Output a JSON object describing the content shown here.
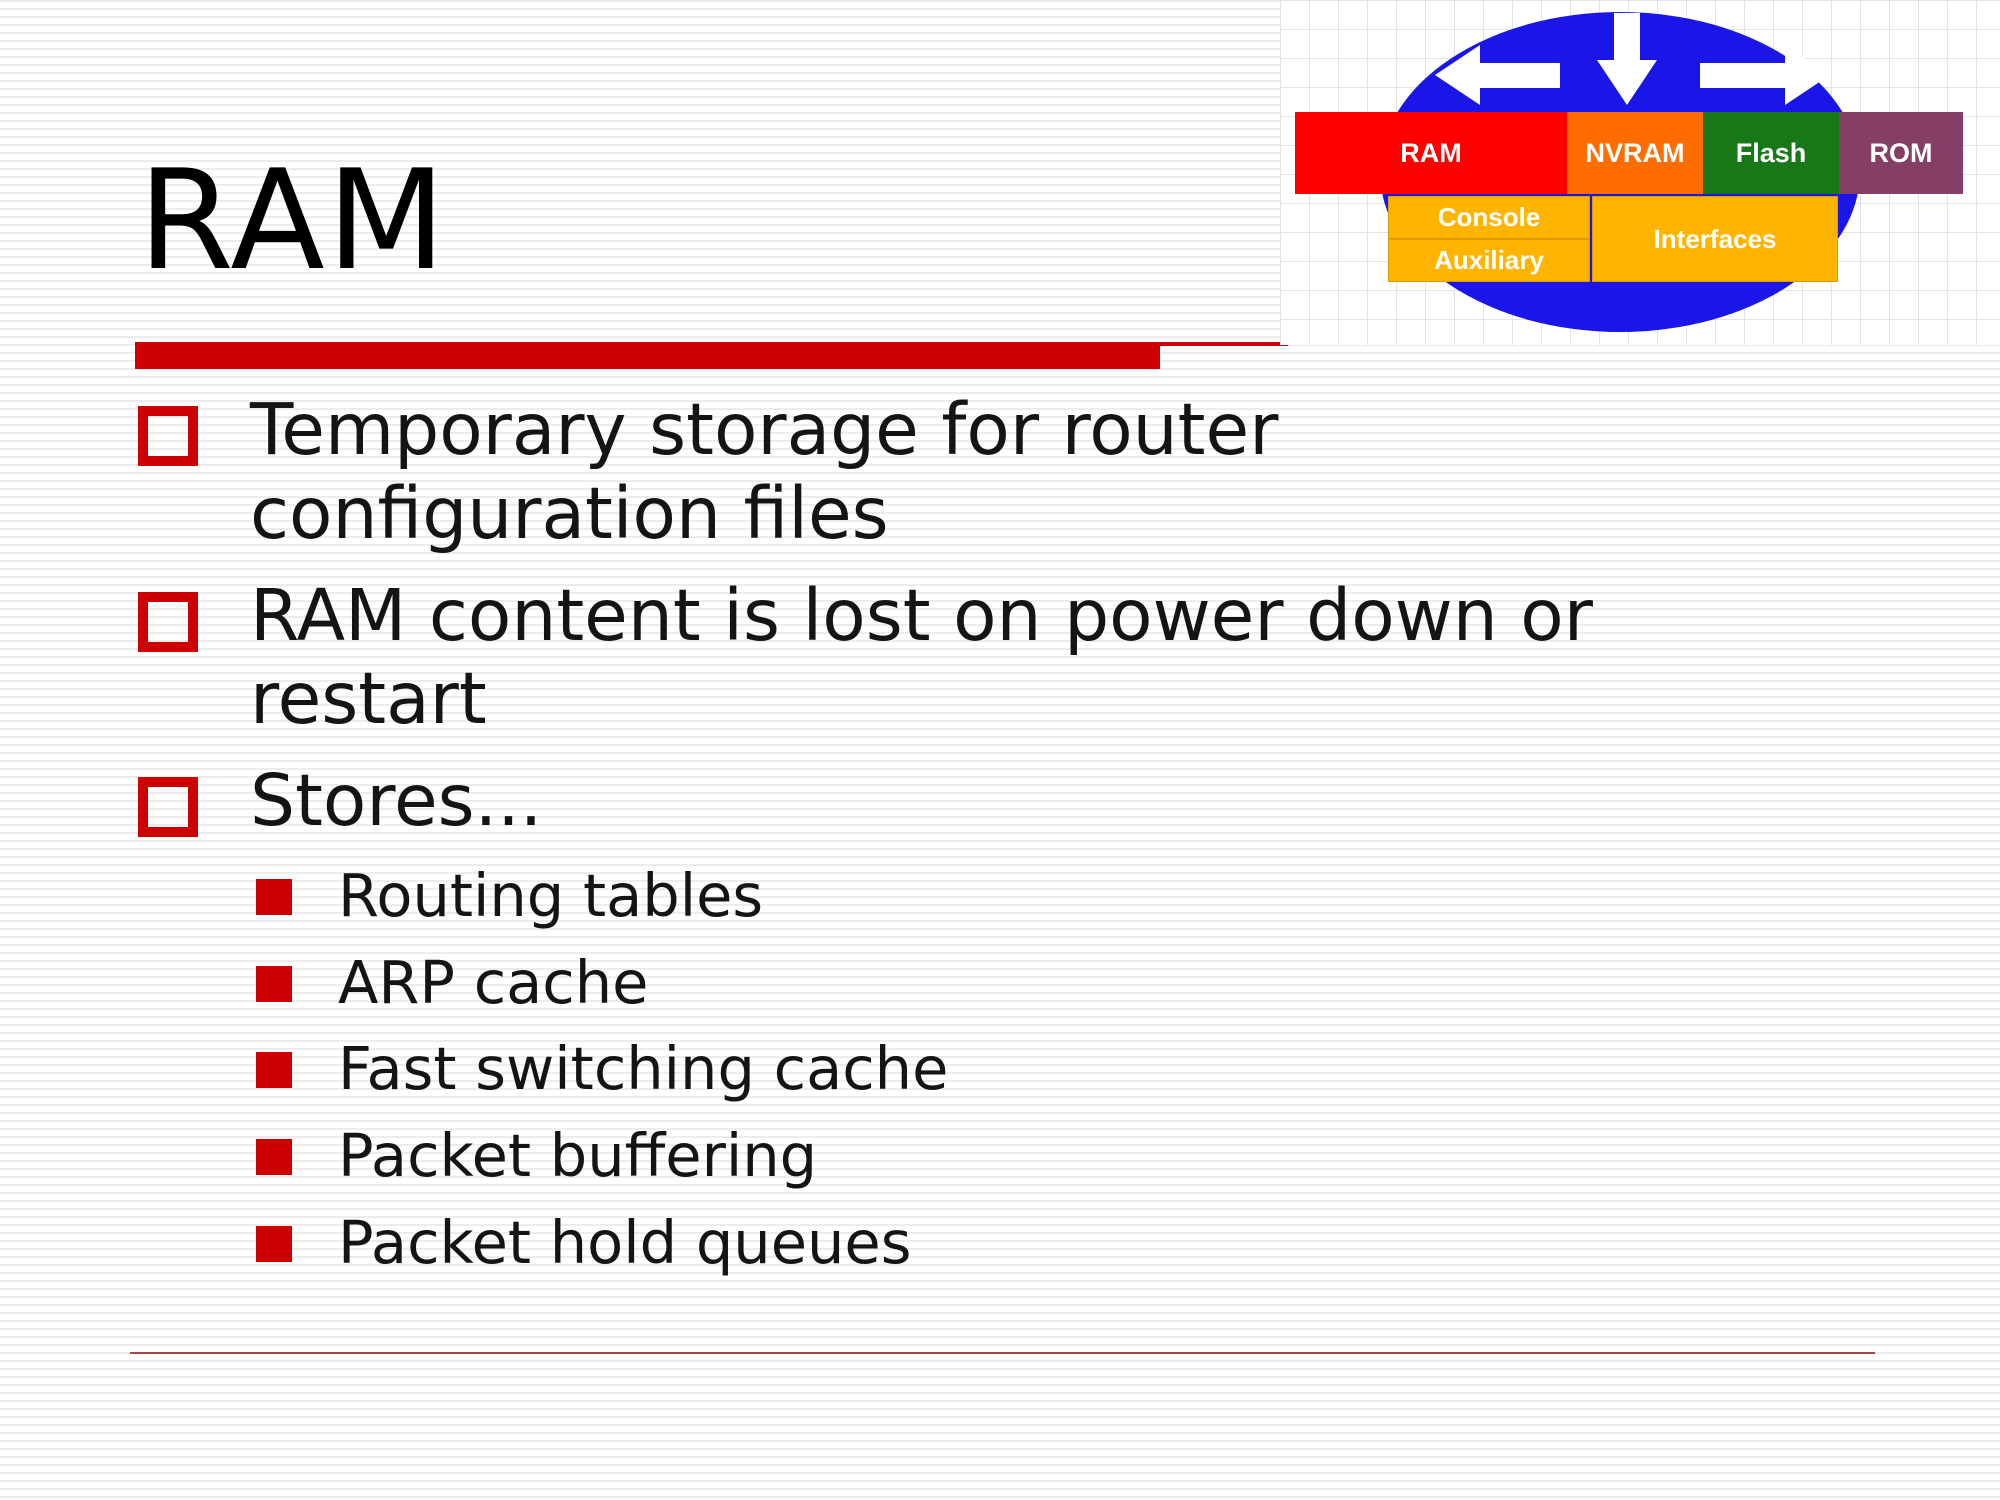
{
  "slide": {
    "title": "RAM",
    "bullets": [
      {
        "text": "Temporary storage for router configuration files"
      },
      {
        "text": "RAM content is lost on power down or restart"
      },
      {
        "text": "Stores..."
      }
    ],
    "sub_bullets": [
      {
        "text": "Routing tables"
      },
      {
        "text": "ARP cache"
      },
      {
        "text": "Fast switching cache"
      },
      {
        "text": "Packet buffering"
      },
      {
        "text": "Packet hold queues"
      }
    ]
  },
  "diagram": {
    "memory_blocks": [
      {
        "label": "RAM",
        "color": "#ff0000"
      },
      {
        "label": "NVRAM",
        "color": "#ff6d00"
      },
      {
        "label": "Flash",
        "color": "#187818"
      },
      {
        "label": "ROM",
        "color": "#853e66"
      }
    ],
    "port_blocks": {
      "console_aux": {
        "line1": "Console",
        "line2": "Auxiliary"
      },
      "interfaces": {
        "label": "Interfaces"
      }
    },
    "colors": {
      "ellipse_blue": "#1a16e8",
      "port_gold": "#ffb400"
    }
  },
  "colors": {
    "accent_red": "#cc0000",
    "text": "#141414"
  }
}
